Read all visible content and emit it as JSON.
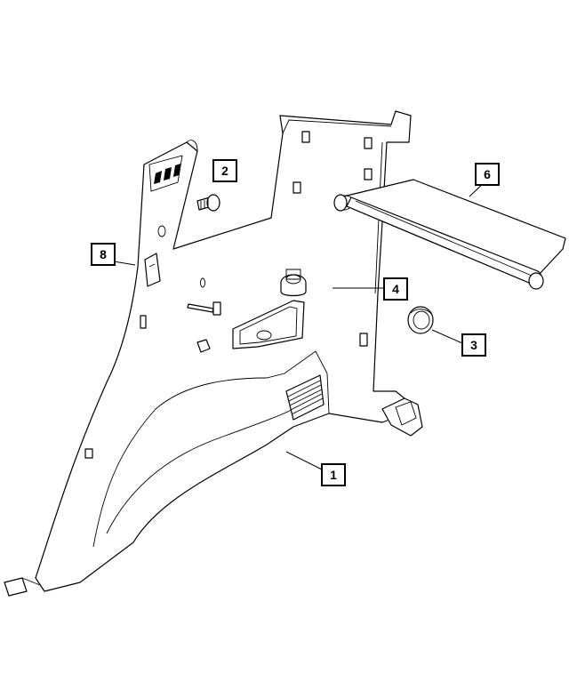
{
  "diagram": {
    "callouts": [
      {
        "label": "1"
      },
      {
        "label": "2"
      },
      {
        "label": "3"
      },
      {
        "label": "4"
      },
      {
        "label": "6"
      },
      {
        "label": "8"
      }
    ]
  }
}
